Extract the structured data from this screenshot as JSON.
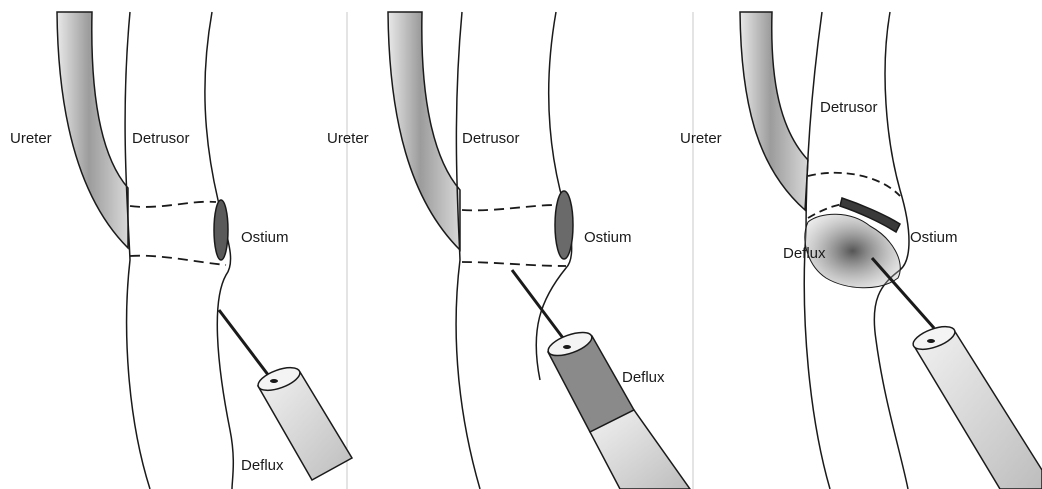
{
  "panels": [
    {
      "ureter_label": "Ureter",
      "detrusor_label": "Detrusor",
      "ostium_label": "Ostium",
      "deflux_label": "Deflux"
    },
    {
      "ureter_label": "Ureter",
      "detrusor_label": "Detrusor",
      "ostium_label": "Ostium",
      "deflux_label": "Deflux"
    },
    {
      "ureter_label": "Ureter",
      "detrusor_label": "Detrusor",
      "ostium_label": "Ostium",
      "deflux_label": "Deflux"
    }
  ],
  "colors": {
    "ink": "#1a1a1a",
    "shade": "#9a9a9a",
    "deflux_mass": "#6e6e6e",
    "divider": "#c8c8c8"
  }
}
